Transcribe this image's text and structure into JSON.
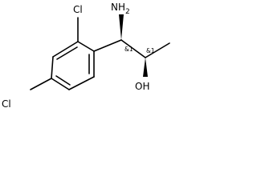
{
  "molecule": {
    "atoms": {
      "cl_ortho": "Cl",
      "cl_para": "Cl",
      "nh2": "NH2",
      "oh": "OH"
    },
    "stereo": {
      "c1": "&1",
      "c2": "&1"
    }
  }
}
